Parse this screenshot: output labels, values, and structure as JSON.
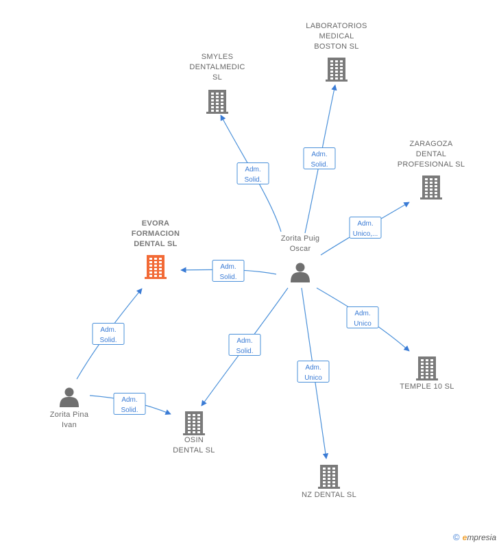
{
  "colors": {
    "edge": "#4a90d9",
    "company": "#7a7a7a",
    "company_highlight": "#f26a36",
    "person": "#6f6f6f"
  },
  "nodes": [
    {
      "id": "zorita-puig",
      "type": "person",
      "label": [
        "Zorita Puig",
        "Oscar"
      ]
    },
    {
      "id": "zorita-pina",
      "type": "person",
      "label": [
        "Zorita Pina",
        "Ivan"
      ]
    },
    {
      "id": "laboratorios",
      "type": "company",
      "label": [
        "LABORATORIOS",
        "MEDICAL",
        "BOSTON SL"
      ]
    },
    {
      "id": "smyles",
      "type": "company",
      "label": [
        "SMYLES",
        "DENTALMEDIC",
        "SL"
      ]
    },
    {
      "id": "zaragoza",
      "type": "company",
      "label": [
        "ZARAGOZA",
        "DENTAL",
        "PROFESIONAL SL"
      ]
    },
    {
      "id": "evora",
      "type": "company",
      "highlight": true,
      "label": [
        "EVORA",
        "FORMACION",
        "DENTAL  SL"
      ]
    },
    {
      "id": "temple",
      "type": "company",
      "label": [
        "TEMPLE 10 SL"
      ]
    },
    {
      "id": "osin",
      "type": "company",
      "label": [
        "OSIN",
        "DENTAL  SL"
      ]
    },
    {
      "id": "nz",
      "type": "company",
      "label": [
        "NZ DENTAL  SL"
      ]
    }
  ],
  "edges": [
    {
      "from": "zorita-puig",
      "to": "smyles",
      "label": [
        "Adm.",
        "Solid."
      ]
    },
    {
      "from": "zorita-puig",
      "to": "laboratorios",
      "label": [
        "Adm.",
        "Solid."
      ]
    },
    {
      "from": "zorita-puig",
      "to": "zaragoza",
      "label": [
        "Adm.",
        "Unico,..."
      ]
    },
    {
      "from": "zorita-puig",
      "to": "evora",
      "label": [
        "Adm.",
        "Solid."
      ]
    },
    {
      "from": "zorita-puig",
      "to": "temple",
      "label": [
        "Adm.",
        "Unico"
      ]
    },
    {
      "from": "zorita-puig",
      "to": "osin",
      "label": [
        "Adm.",
        "Solid."
      ]
    },
    {
      "from": "zorita-puig",
      "to": "nz",
      "label": [
        "Adm.",
        "Unico"
      ]
    },
    {
      "from": "zorita-pina",
      "to": "evora",
      "label": [
        "Adm.",
        "Solid."
      ]
    },
    {
      "from": "zorita-pina",
      "to": "osin",
      "label": [
        "Adm.",
        "Solid."
      ]
    }
  ],
  "footer": {
    "copyright_symbol": "©",
    "brand_initial": "e",
    "brand_rest": "mpresia"
  }
}
